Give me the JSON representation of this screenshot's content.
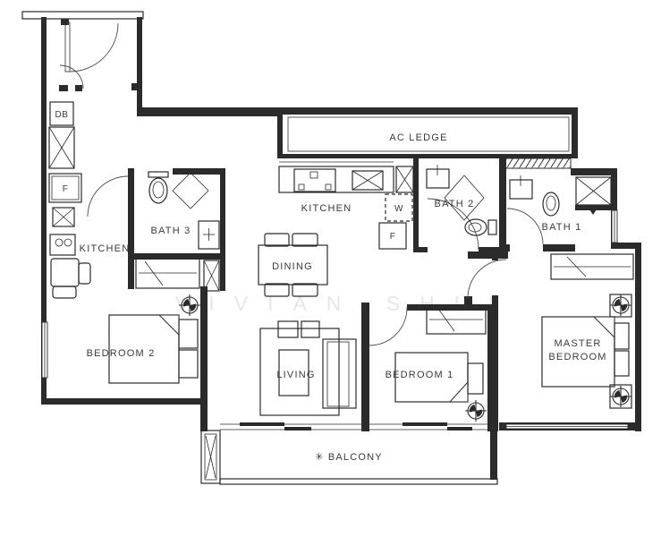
{
  "rooms": {
    "ac_ledge": {
      "label": "AC LEDGE"
    },
    "kitchen_yard": {
      "label": "KITCHEN"
    },
    "kitchen_main": {
      "label": "KITCHEN"
    },
    "bath3": {
      "label": "BATH 3"
    },
    "bath2": {
      "label": "BATH 2"
    },
    "bath1": {
      "label": "BATH 1"
    },
    "dining": {
      "label": "DINING"
    },
    "living": {
      "label": "LIVING"
    },
    "bedroom2": {
      "label": "BEDROOM 2"
    },
    "bedroom1": {
      "label": "BEDROOM 1"
    },
    "master_bedroom": {
      "line1": "MASTER",
      "line2": "BEDROOM"
    },
    "balcony": {
      "label": "✳ BALCONY"
    }
  },
  "appliances": {
    "db": "DB",
    "fridge_yard": "F",
    "washer": "W",
    "fridge": "F"
  },
  "watermark": "VIVIAN SHUI",
  "colors": {
    "line": "#2b2b2b",
    "text": "#3a3a3a",
    "watermark": "#c9c9c9"
  }
}
